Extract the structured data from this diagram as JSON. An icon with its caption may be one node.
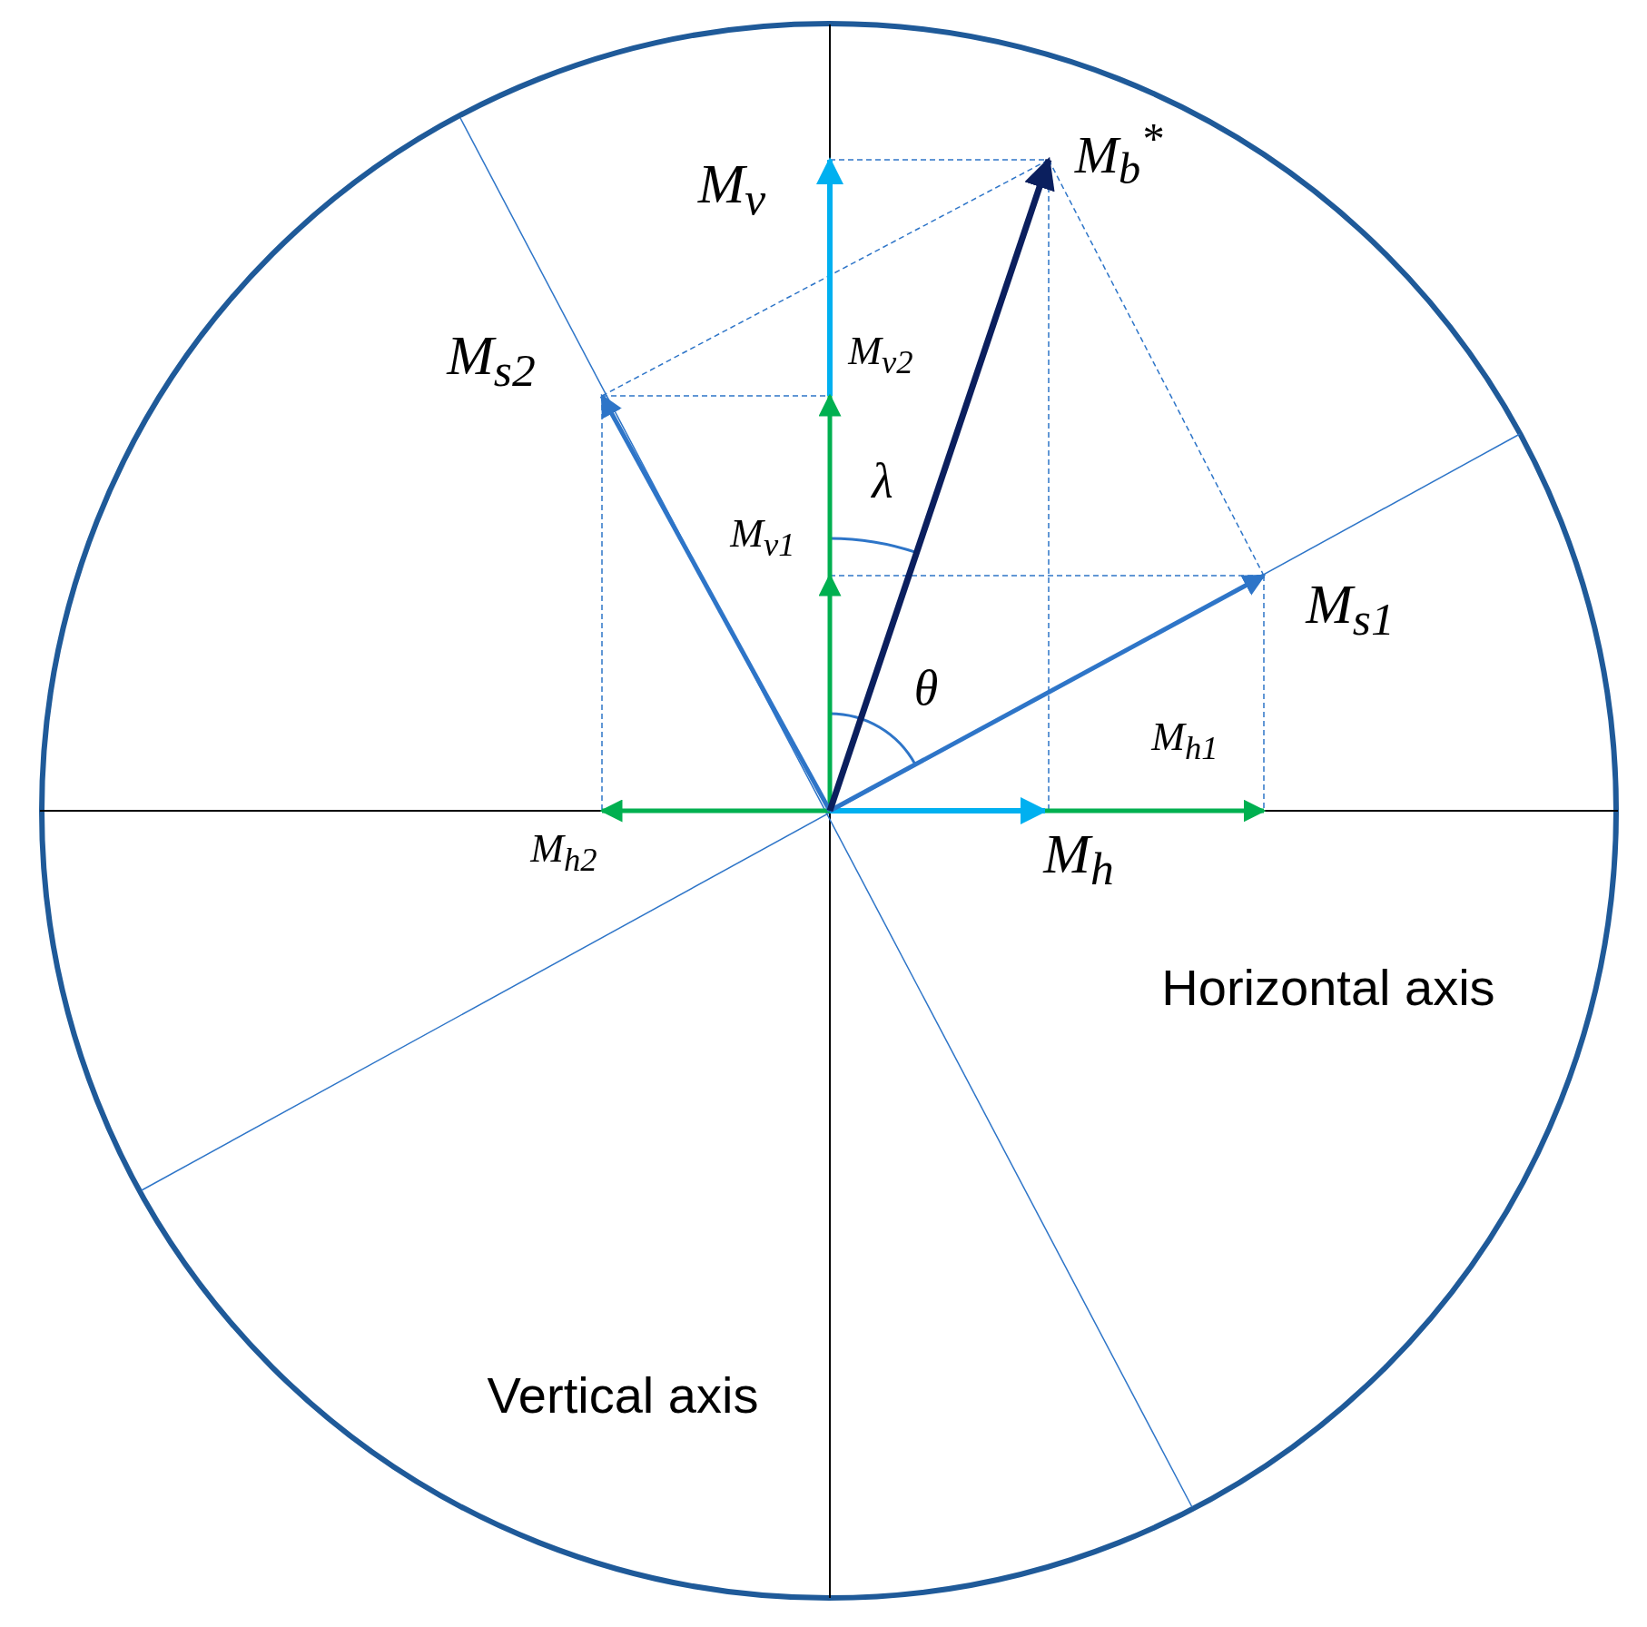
{
  "diagram": {
    "labels": [
      "M$_{b}$$^{*}$",
      "M$_{v}$",
      "M$_{s2}$",
      "M$_{v2}$",
      "λ",
      "M$_{v1}$",
      "M$_{s1}$",
      "θ",
      "M$_{h1}$",
      "M$_{h2}$",
      "M$_{h}$",
      "Horizontal axis",
      "Vertical axis"
    ]
  }
}
